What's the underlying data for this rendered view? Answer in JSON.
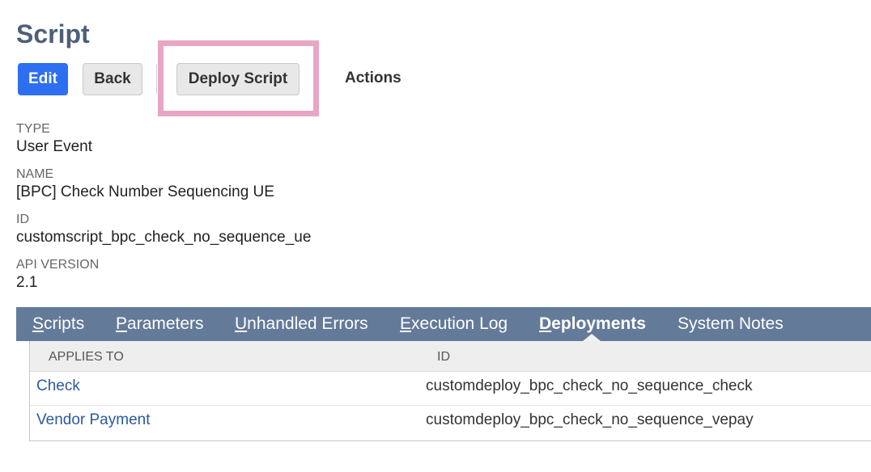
{
  "header": {
    "title": "Script"
  },
  "toolbar": {
    "edit_label": "Edit",
    "back_label": "Back",
    "deploy_label": "Deploy Script",
    "actions_label": "Actions",
    "highlight_color": "#e8a6c4"
  },
  "fields": [
    {
      "label": "TYPE",
      "value": "User Event"
    },
    {
      "label": "NAME",
      "value": "[BPC] Check Number Sequencing UE"
    },
    {
      "label": "ID",
      "value": "customscript_bpc_check_no_sequence_ue"
    },
    {
      "label": "API VERSION",
      "value": "2.1"
    }
  ],
  "tabs": [
    {
      "first": "S",
      "rest": "cripts"
    },
    {
      "first": "P",
      "rest": "arameters"
    },
    {
      "first": "U",
      "rest": "nhandled Errors"
    },
    {
      "first": "E",
      "rest": "xecution Log"
    },
    {
      "first": "D",
      "rest": "eployments",
      "active": true
    },
    {
      "first": "",
      "rest": "System Notes"
    }
  ],
  "table": {
    "columns": [
      "APPLIES TO",
      "ID"
    ],
    "rows": [
      {
        "applies_to": "Check",
        "id": "customdeploy_bpc_check_no_sequence_check"
      },
      {
        "applies_to": "Vendor Payment",
        "id": "customdeploy_bpc_check_no_sequence_vepay"
      }
    ]
  },
  "colors": {
    "title": "#4d5f79",
    "primary_button": "#2d6ff0",
    "tab_bar": "#647a99",
    "link": "#2a5aa0"
  }
}
